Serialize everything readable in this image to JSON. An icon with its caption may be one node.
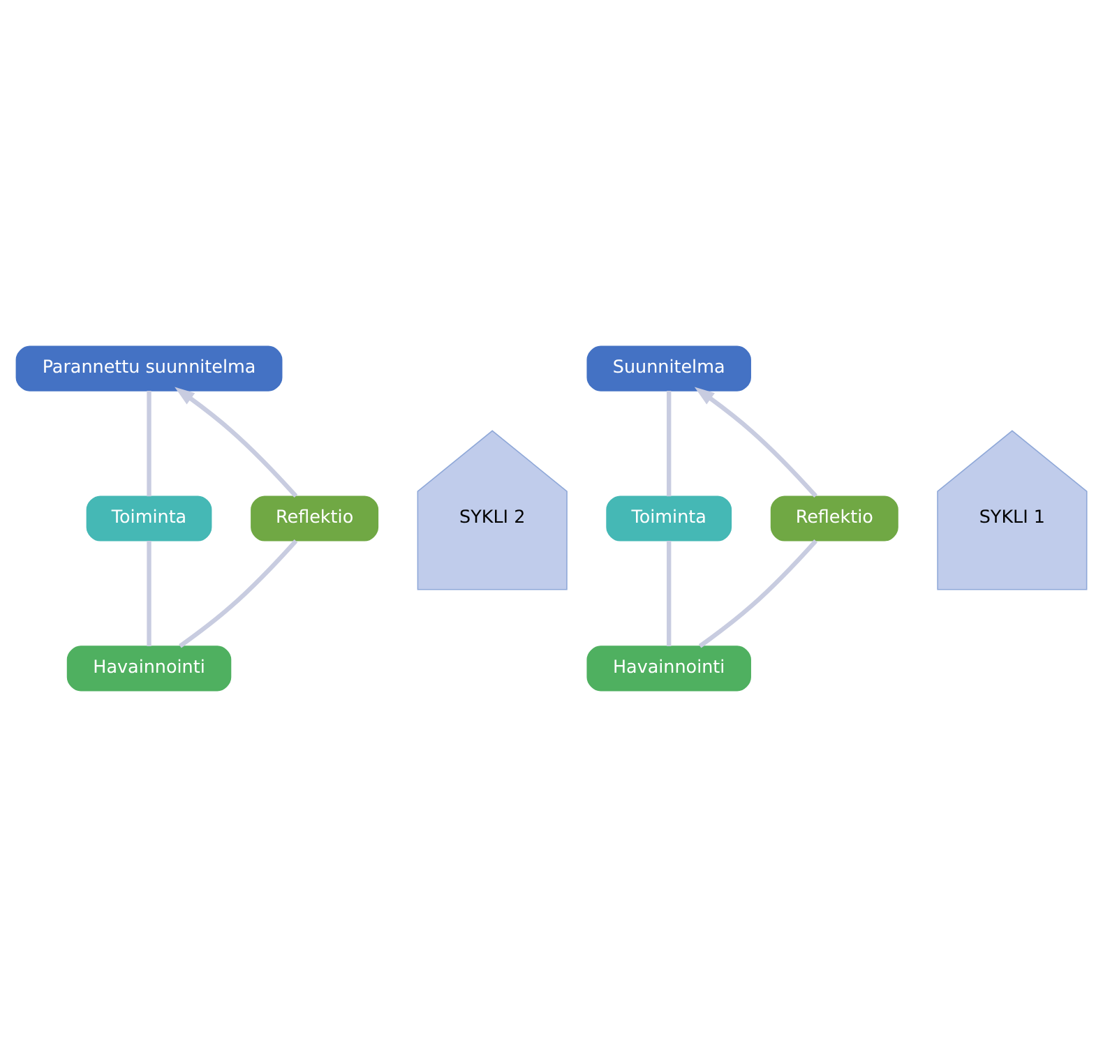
{
  "diagram": {
    "nodes": [
      {
        "text": [
          "Parannettu suunnitelma"
        ]
      },
      {
        "text": [
          "Reflektio"
        ]
      },
      {
        "text": [
          "Toiminta"
        ]
      },
      {
        "text": [
          "Havainnointi"
        ]
      },
      {
        "text": [
          "SYKLI 2"
        ]
      },
      {
        "text": [
          "Suunnitelma"
        ]
      },
      {
        "text": [
          "Reflektio"
        ]
      },
      {
        "text": [
          "Toiminta"
        ]
      },
      {
        "text": [
          "Havainnointi"
        ]
      },
      {
        "text": [
          "SYKLI 1"
        ]
      }
    ],
    "edges": [
      {
        "from": 0,
        "to": 2,
        "arrow": "none"
      },
      {
        "from": 2,
        "to": 3,
        "arrow": "none"
      },
      {
        "from": 3,
        "to": 1,
        "arrow": "none"
      },
      {
        "from": 1,
        "to": 0,
        "arrow": "to"
      },
      {
        "from": 5,
        "to": 7,
        "arrow": "none"
      },
      {
        "from": 7,
        "to": 8,
        "arrow": "none"
      },
      {
        "from": 8,
        "to": 6,
        "arrow": "none"
      },
      {
        "from": 6,
        "to": 5,
        "arrow": "to"
      }
    ]
  }
}
